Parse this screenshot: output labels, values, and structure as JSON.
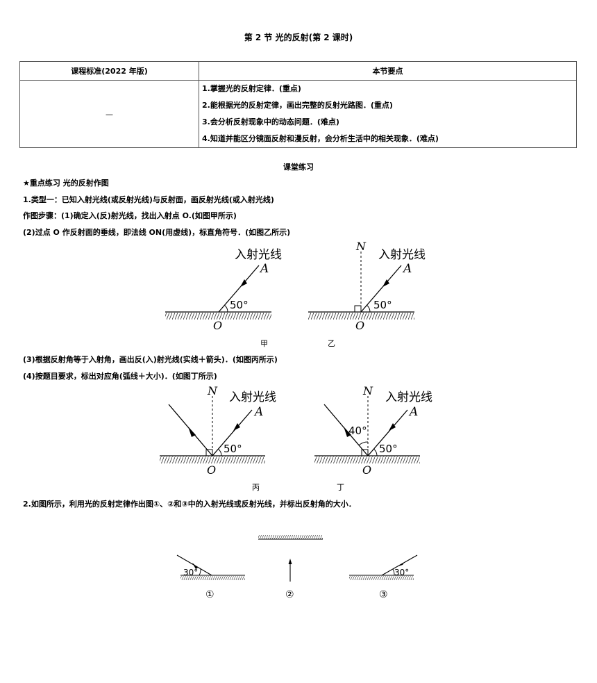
{
  "title": "第  2  节    光的反射(第 2 课时)",
  "table": {
    "headers": [
      "课程标准(2022 年版)",
      "本节要点"
    ],
    "left_cell": "—",
    "points": [
      "1.掌握光的反射定律．(重点)",
      "2.能根据光的反射定律，画出完整的反射光路图．(重点)",
      "3.会分析反射现象中的动态问题．(难点)",
      "4.知道并能区分镜面反射和漫反射，会分析生活中的相关现象．(难点)"
    ]
  },
  "section_title": "课堂练习",
  "lines": {
    "star": "★重点练习    光的反射作图",
    "type1": "1.类型一：已知入射光线(或反射光线)与反射面，画反射光线(或入射光线)",
    "step1": "作图步骤：(1)确定入(反)射光线，找出入射点 O.(如图甲所示)",
    "step2": "(2)过点 O 作反射面的垂线，即法线 ON(用虚线)，标直角符号．(如图乙所示)",
    "step3": "(3)根据反射角等于入射角，画出反(入)射光线(实线＋箭头)．(如图丙所示)",
    "step4": "(4)按题目要求，标出对应角(弧线＋大小)．(如图丁所示)",
    "q2": "2.如图所示，利用光的反射定律作出图①、②和③中的入射光线或反射光线，并标出反射角的大小．"
  },
  "figures": {
    "incident_label": "入射光线",
    "point_A": "A",
    "point_O": "O",
    "point_N": "N",
    "angle_50": "50°",
    "angle_40": "40°",
    "angle_30": "30°",
    "captions": [
      "甲",
      "乙",
      "丙",
      "丁"
    ],
    "circled": [
      "①",
      "②",
      "③"
    ]
  }
}
